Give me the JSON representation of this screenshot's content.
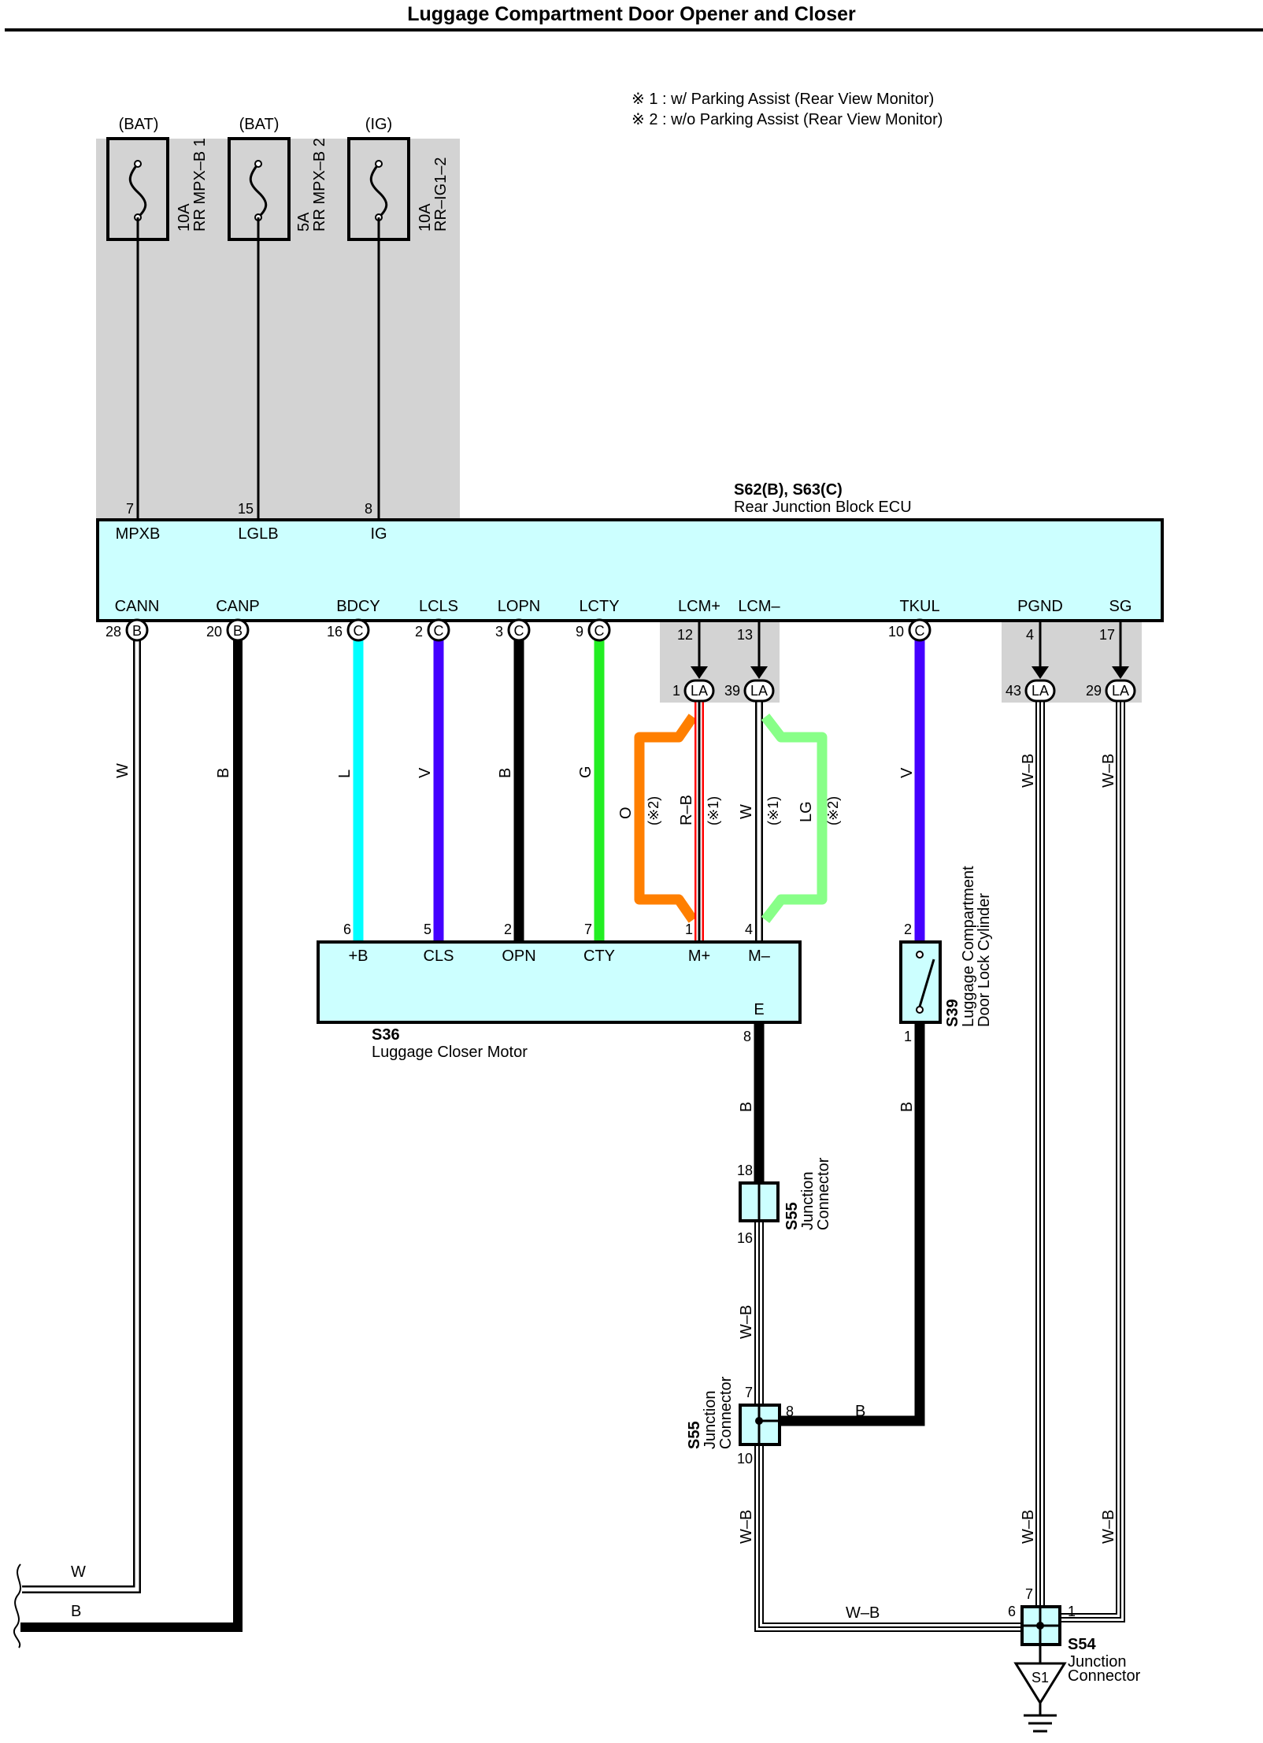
{
  "title": "Luggage Compartment Door Opener and Closer",
  "notes": [
    "※ 1 : w/ Parking Assist (Rear View Monitor)",
    "※ 2 : w/o Parking Assist (Rear View Monitor)"
  ],
  "fuses": [
    {
      "supply": "(BAT)",
      "rating": "10A",
      "name": "RR MPX–B 1",
      "pin": "7",
      "terminal": "MPXB"
    },
    {
      "supply": "(BAT)",
      "rating": "5A",
      "name": "RR MPX–B 2",
      "pin": "15",
      "terminal": "LGLB"
    },
    {
      "supply": "(IG)",
      "rating": "10A",
      "name": "RR–IG1–2",
      "pin": "8",
      "terminal": "IG"
    }
  ],
  "ecu": {
    "ref": "S62(B), S63(C)",
    "name": "Rear Junction Block ECU"
  },
  "ecu_bottom_pins": [
    {
      "terminal": "CANN",
      "pin": "28",
      "conn": "B"
    },
    {
      "terminal": "CANP",
      "pin": "20",
      "conn": "B"
    },
    {
      "terminal": "BDCY",
      "pin": "16",
      "conn": "C"
    },
    {
      "terminal": "LCLS",
      "pin": "2",
      "conn": "C"
    },
    {
      "terminal": "LOPN",
      "pin": "3",
      "conn": "C"
    },
    {
      "terminal": "LCTY",
      "pin": "9",
      "conn": "C"
    },
    {
      "terminal": "LCM+",
      "pin": "12",
      "conn": ""
    },
    {
      "terminal": "LCM–",
      "pin": "13",
      "conn": ""
    },
    {
      "terminal": "TKUL",
      "pin": "10",
      "conn": "C"
    },
    {
      "terminal": "PGND",
      "pin": "4",
      "conn": ""
    },
    {
      "terminal": "SG",
      "pin": "17",
      "conn": ""
    }
  ],
  "la_connectors": [
    {
      "pin": "1",
      "conn": "LA"
    },
    {
      "pin": "39",
      "conn": "LA"
    },
    {
      "pin": "43",
      "conn": "LA"
    },
    {
      "pin": "29",
      "conn": "LA"
    }
  ],
  "wire_colors": {
    "canN": "W",
    "canP": "B",
    "bdcy": "L",
    "lcls": "V",
    "lopn": "B",
    "lcty": "G",
    "o": "O",
    "rb": "R–B",
    "w": "W",
    "lg": "LG",
    "tkul": "V",
    "pgnd": "W–B",
    "sg": "W–B",
    "motorE": "B",
    "sw1": "B",
    "s55a": "W–B",
    "s55b8": "B",
    "s55b10": "W–B",
    "bus": "W–B",
    "sgDown": "W–B",
    "pgDown": "W–B",
    "leftW": "W",
    "leftB": "B"
  },
  "variant_notes": {
    "o": "(※2)",
    "rb": "(※1)",
    "w": "(※1)",
    "lg": "(※2)"
  },
  "motor": {
    "ref": "S36",
    "name": "Luggage Closer Motor",
    "pins": [
      {
        "pin": "6",
        "terminal": "+B"
      },
      {
        "pin": "5",
        "terminal": "CLS"
      },
      {
        "pin": "2",
        "terminal": "OPN"
      },
      {
        "pin": "7",
        "terminal": "CTY"
      },
      {
        "pin": "1",
        "terminal": "M+"
      },
      {
        "pin": "4",
        "terminal": "M–"
      }
    ],
    "ground_terminal": "E",
    "ground_pin": "8"
  },
  "lock_switch": {
    "ref": "S39",
    "name_line1": "Luggage Compartment",
    "name_line2": "Door Lock Cylinder",
    "pin_top": "2",
    "pin_bottom": "1"
  },
  "j55_a": {
    "ref": "S55",
    "name_line1": "Junction",
    "name_line2": "Connector",
    "pin_top": "18",
    "pin_bottom": "16"
  },
  "j55_b": {
    "ref": "S55",
    "name_line1": "Junction",
    "name_line2": "Connector",
    "pin_top": "7",
    "pin_right": "8",
    "pin_bottom": "10"
  },
  "j54": {
    "ref": "S54",
    "name_line1": "Junction",
    "name_line2": "Connector",
    "pin_top": "7",
    "pin_left": "6",
    "pin_right": "1"
  },
  "ground": {
    "label": "S1"
  },
  "colors": {
    "ecu_fill": "#ccffff",
    "shade": "#d3d3d3",
    "L": "#00ffff",
    "V": "#4400ff",
    "G": "#22ee22",
    "O": "#ff7f00",
    "R": "#ff0000",
    "LG": "#88ff88"
  }
}
